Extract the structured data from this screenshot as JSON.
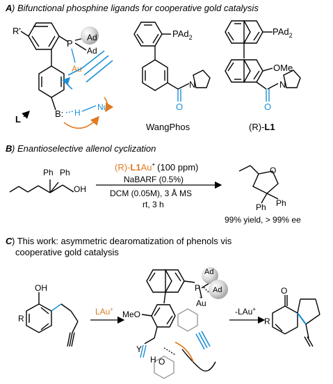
{
  "sectionA": {
    "letter": "A",
    "title": ") Bifunctional phosphine ligands for cooperative gold catalysis",
    "labels": {
      "r_prime": "R'",
      "p": "P",
      "ad1": "Ad",
      "ad2": "Ad",
      "au": "Au",
      "b": "B:",
      "h": "H",
      "nu": "Nu",
      "l_arrow": "L",
      "pad2": "PAd",
      "pad2_sub": "2",
      "o": "O",
      "n": "N",
      "pad2_b": "PAd",
      "pad2_b_sub": "2",
      "ome": "OMe",
      "o_b": "O",
      "n_b": "N"
    },
    "wangphos": "WangPhos",
    "l1_prefix": "(R)-",
    "l1_bold": "L1"
  },
  "sectionB": {
    "letter": "B",
    "title": ") Enantioselective allenol cyclization",
    "ph1": "Ph",
    "ph2": "Ph",
    "oh": "OH",
    "reagent_prefix": "(R)-",
    "reagent_bold": "L1",
    "reagent_suffix": "Au",
    "reagent_plus": "+",
    "reagent_loading": "(100 ppm)",
    "additive": "NaBARF (0.5%)",
    "solvent": "DCM (0.05M), 3 Å MS",
    "conditions": "rt, 3 h",
    "product_o": "O",
    "product_ph1": "Ph",
    "product_ph2": "Ph",
    "result": "99% yield, > 99% ee"
  },
  "sectionC": {
    "letter": "C",
    "title_line1": ") This work: asymmetric dearomatization of phenols vis",
    "title_line2": "cooperative gold catalysis",
    "oh": "OH",
    "r": "R",
    "arrow1_label": "LAu",
    "arrow1_plus": "+",
    "meo": "MeO",
    "p": "P",
    "ad1": "Ad",
    "ad2": "Ad",
    "au": "Au",
    "au_plus": "+",
    "y": "Y",
    "h": "H",
    "o": "O",
    "arrow2_label": "-LAu",
    "arrow2_plus": "+",
    "product_o": "O",
    "product_r": "R"
  },
  "colors": {
    "orange": "#e07b22",
    "blue": "#1a8fd6",
    "black": "#000000",
    "ad_sphere": "#c8c8c8"
  }
}
